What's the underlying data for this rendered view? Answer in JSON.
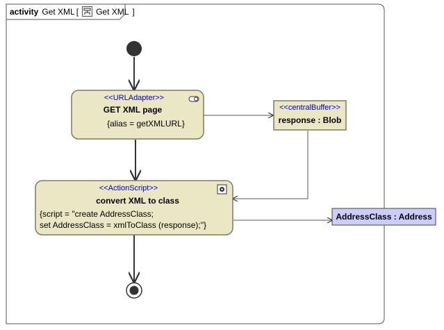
{
  "frame": {
    "keyword": "activity",
    "name": "Get XML",
    "bracket_open": "[",
    "bracket_close": "]",
    "ref_name": "Get XML"
  },
  "nodes": {
    "get_xml_page": {
      "stereotype": "<<URLAdapter>>",
      "name": "GET XML page",
      "constraint": "{alias = getXMLURL}"
    },
    "response_buffer": {
      "stereotype": "<<centralBuffer>>",
      "name": "response : Blob"
    },
    "convert_xml": {
      "stereotype": "<<ActionScript>>",
      "name": "convert XML to class",
      "script_line1": "{script = \"create AddressClass;",
      "script_line2": "set AddressClass = xmlToClass (response);\"}"
    },
    "address_object": {
      "name": "AddressClass : Address"
    }
  },
  "colors": {
    "action_fill": "#ebe7c5",
    "action_stroke": "#7a7a6a",
    "object_fill": "#ebe7c5",
    "address_fill": "#ccccff",
    "stereotype": "#0000cc"
  },
  "icons": {
    "ref": "rake-icon",
    "action_left": "toggle-icon",
    "action_right": "script-icon"
  }
}
